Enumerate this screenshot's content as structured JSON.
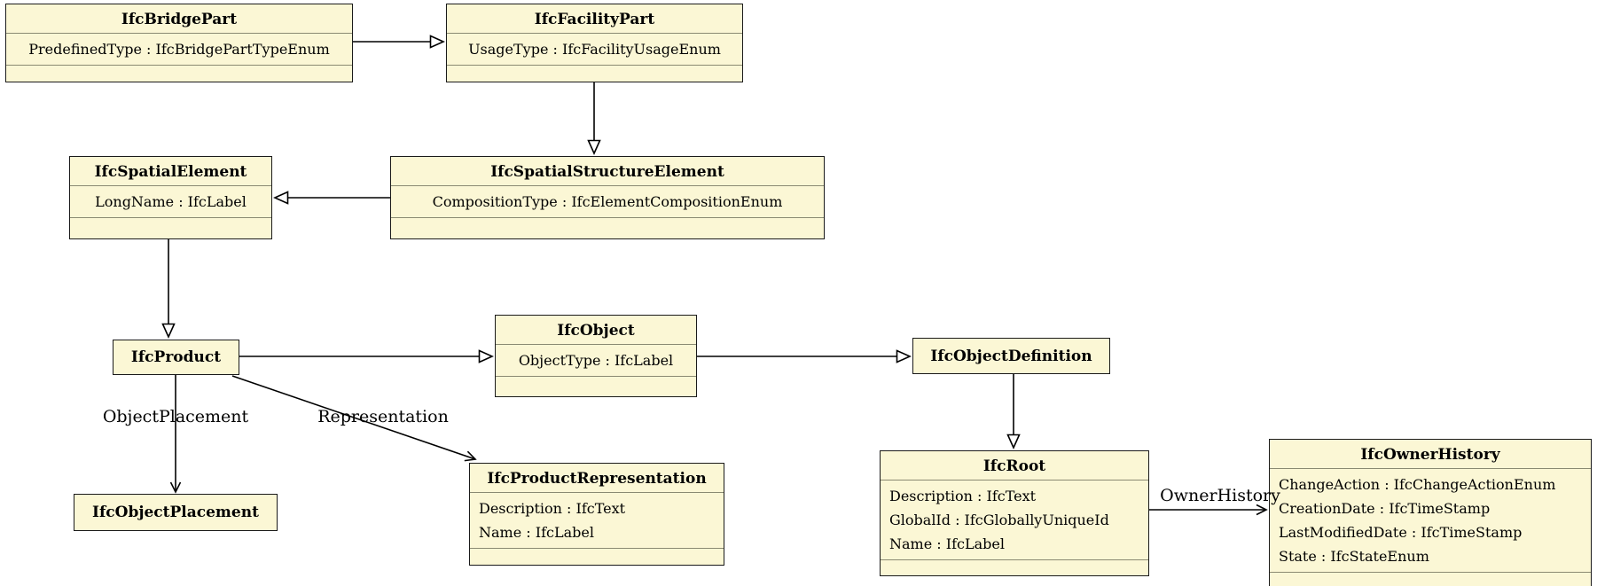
{
  "diagram": {
    "kind": "uml-class-diagram",
    "subject": "IFC entity inheritance and associations",
    "colors": {
      "background": "#ffffff",
      "class_fill": "#fbf7d5",
      "class_border": "#1a1a1a",
      "compartment_divider": "#8a8a72",
      "text": "#000000"
    }
  },
  "classes": [
    {
      "name": "IfcBridgePart",
      "attributes": [
        "PredefinedType : IfcBridgePartTypeEnum"
      ]
    },
    {
      "name": "IfcFacilityPart",
      "attributes": [
        "UsageType : IfcFacilityUsageEnum"
      ]
    },
    {
      "name": "IfcSpatialElement",
      "attributes": [
        "LongName : IfcLabel"
      ]
    },
    {
      "name": "IfcSpatialStructureElement",
      "attributes": [
        "CompositionType : IfcElementCompositionEnum"
      ]
    },
    {
      "name": "IfcProduct",
      "attributes": []
    },
    {
      "name": "IfcObject",
      "attributes": [
        "ObjectType : IfcLabel"
      ]
    },
    {
      "name": "IfcObjectDefinition",
      "attributes": []
    },
    {
      "name": "IfcObjectPlacement",
      "attributes": []
    },
    {
      "name": "IfcProductRepresentation",
      "attributes": [
        "Description : IfcText",
        "Name : IfcLabel"
      ]
    },
    {
      "name": "IfcRoot",
      "attributes": [
        "Description : IfcText",
        "GlobalId : IfcGloballyUniqueId",
        "Name : IfcLabel"
      ]
    },
    {
      "name": "IfcOwnerHistory",
      "attributes": [
        "ChangeAction : IfcChangeActionEnum",
        "CreationDate : IfcTimeStamp",
        "LastModifiedDate : IfcTimeStamp",
        "State : IfcStateEnum"
      ]
    }
  ],
  "relationships": {
    "generalizations": [
      {
        "from": "IfcBridgePart",
        "to": "IfcFacilityPart"
      },
      {
        "from": "IfcFacilityPart",
        "to": "IfcSpatialStructureElement"
      },
      {
        "from": "IfcSpatialStructureElement",
        "to": "IfcSpatialElement"
      },
      {
        "from": "IfcSpatialElement",
        "to": "IfcProduct"
      },
      {
        "from": "IfcProduct",
        "to": "IfcObject"
      },
      {
        "from": "IfcObject",
        "to": "IfcObjectDefinition"
      },
      {
        "from": "IfcObjectDefinition",
        "to": "IfcRoot"
      }
    ],
    "associations": [
      {
        "from": "IfcProduct",
        "to": "IfcObjectPlacement",
        "label": "ObjectPlacement"
      },
      {
        "from": "IfcProduct",
        "to": "IfcProductRepresentation",
        "label": "Representation"
      },
      {
        "from": "IfcRoot",
        "to": "IfcOwnerHistory",
        "label": "OwnerHistory"
      }
    ]
  }
}
